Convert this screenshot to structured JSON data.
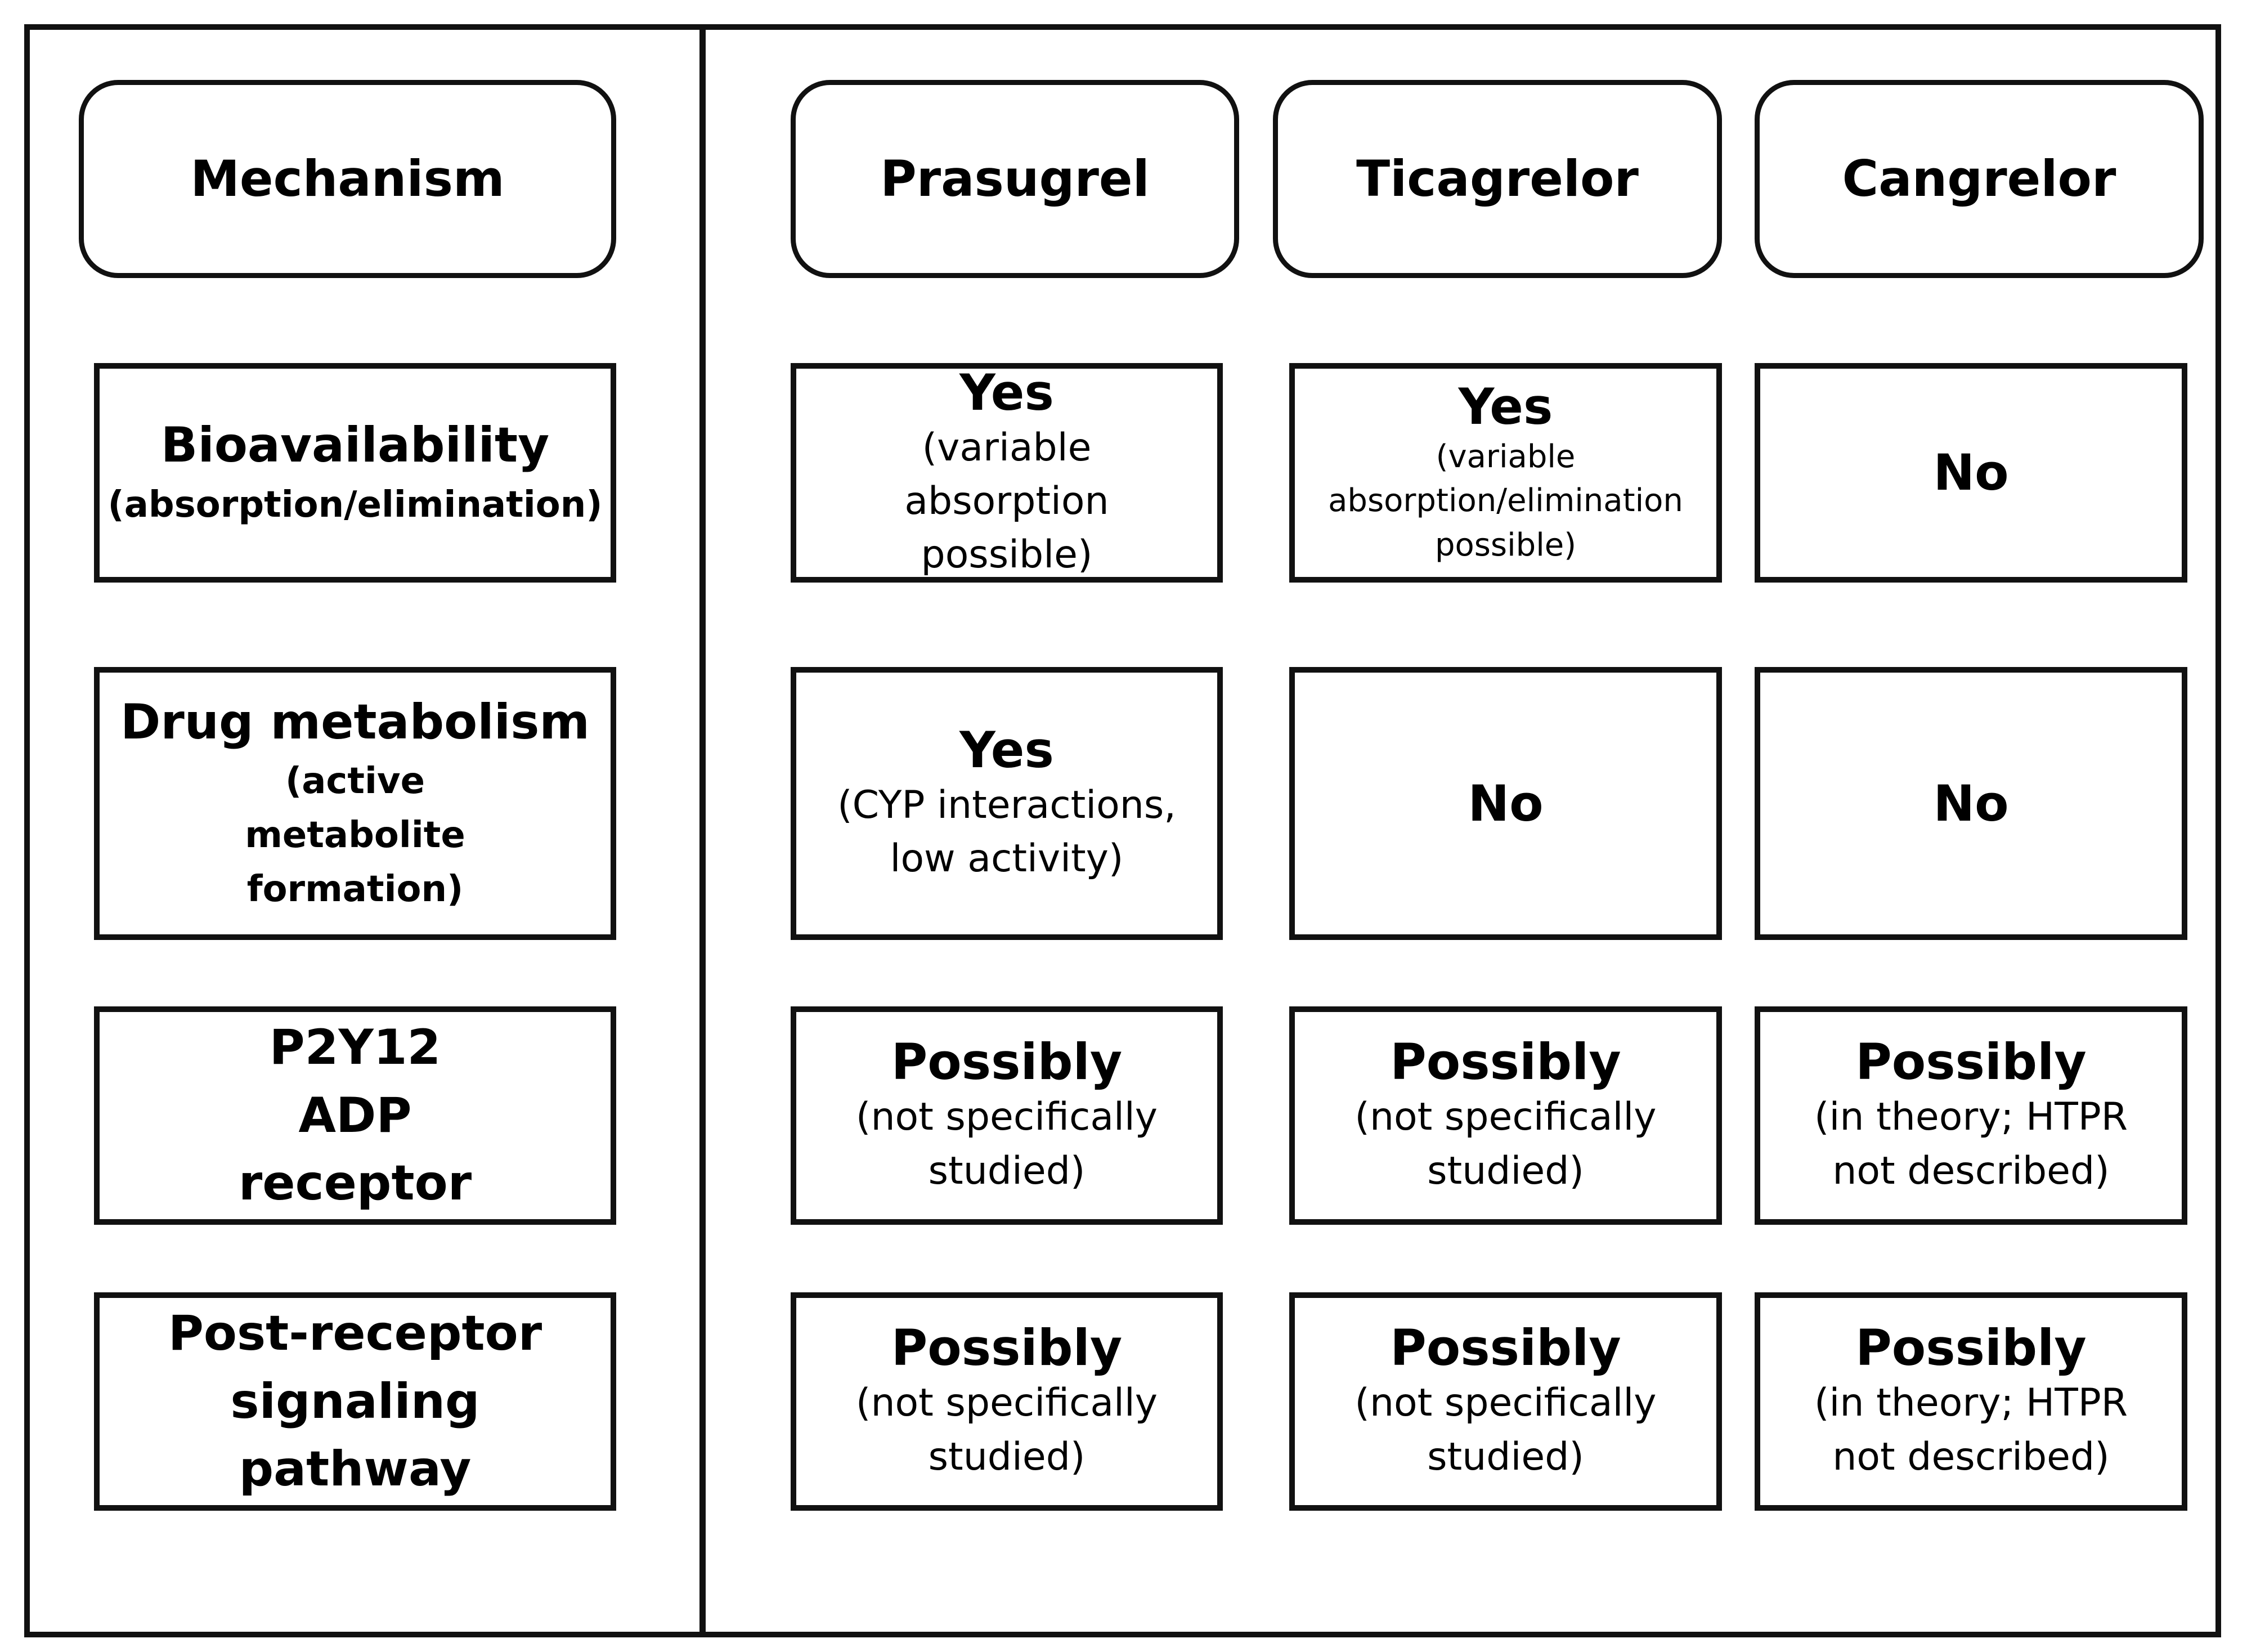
{
  "headers": {
    "mechanism": "Mechanism",
    "drug1": "Prasugrel",
    "drug2": "Ticagrelor",
    "drug3": "Cangrelor"
  },
  "rows": [
    {
      "mechanism": {
        "main": "Bioavailability",
        "sub": "(absorption/elimination)"
      },
      "prasugrel": {
        "main": "Yes",
        "note": "(variable absorption possible)"
      },
      "ticagrelor": {
        "main": "Yes",
        "note": "(variable absorption/elimination possible)"
      },
      "cangrelor": {
        "main": "No",
        "note": ""
      }
    },
    {
      "mechanism": {
        "main": "Drug metabolism",
        "sub": "(active metabolite formation)"
      },
      "prasugrel": {
        "main": "Yes",
        "note": "(CYP interactions, low activity)"
      },
      "ticagrelor": {
        "main": "No",
        "note": ""
      },
      "cangrelor": {
        "main": "No",
        "note": ""
      }
    },
    {
      "mechanism": {
        "main": "P2Y12 ADP receptor",
        "sub": ""
      },
      "prasugrel": {
        "main": "Possibly",
        "note": "(not specifically studied)"
      },
      "ticagrelor": {
        "main": "Possibly",
        "note": "(not specifically studied)"
      },
      "cangrelor": {
        "main": "Possibly",
        "note": "(in theory; HTPR not described)"
      }
    },
    {
      "mechanism": {
        "main": "Post-receptor signaling pathway",
        "sub": ""
      },
      "prasugrel": {
        "main": "Possibly",
        "note": "(not specifically studied)"
      },
      "ticagrelor": {
        "main": "Possibly",
        "note": "(not specifically studied)"
      },
      "cangrelor": {
        "main": "Possibly",
        "note": "(in theory; HTPR not described)"
      }
    }
  ]
}
